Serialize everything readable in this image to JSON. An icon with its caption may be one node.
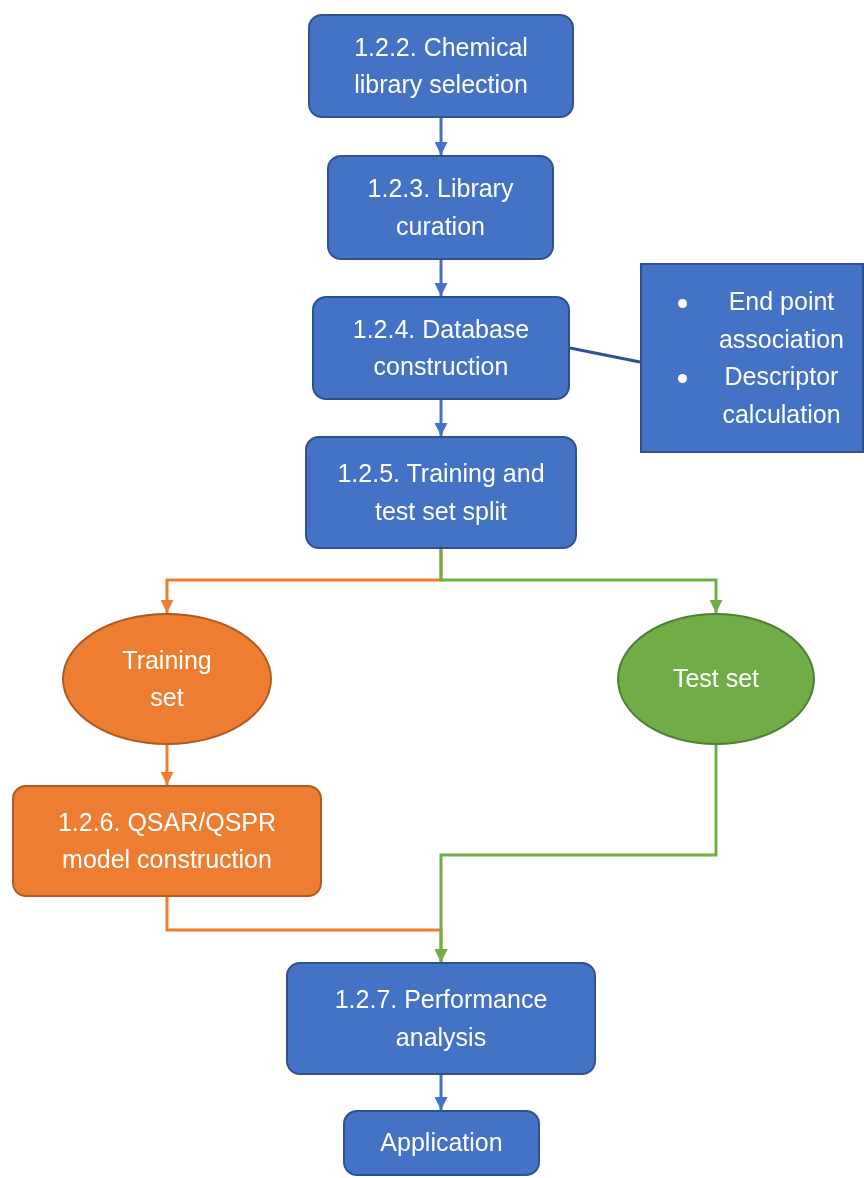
{
  "diagram": {
    "nodes": [
      {
        "text": [
          "1.2.2. Chemical library selection"
        ]
      },
      {
        "text": [
          "1.2.3. Library curation"
        ]
      },
      {
        "text": [
          "1.2.4. Database construction"
        ]
      },
      {
        "text": [
          "End point association",
          "Descriptor calculation"
        ]
      },
      {
        "text": [
          "1.2.5. Training and test set split"
        ]
      },
      {
        "text": [
          "Training set"
        ]
      },
      {
        "text": [
          "Test set"
        ]
      },
      {
        "text": [
          "1.2.6. QSAR/QSPR model construction"
        ]
      },
      {
        "text": [
          "1.2.7. Performance analysis"
        ]
      },
      {
        "text": [
          "Application"
        ]
      }
    ],
    "edges": [
      {
        "from": 0,
        "to": 1,
        "arrow": "to"
      },
      {
        "from": 1,
        "to": 2,
        "arrow": "to"
      },
      {
        "from": 2,
        "to": 4,
        "arrow": "to"
      },
      {
        "from": 2,
        "to": 3,
        "arrow": "none",
        "color": "#2f528f"
      },
      {
        "from": 4,
        "to": 5,
        "arrow": "to",
        "color": "#ed7d31"
      },
      {
        "from": 4,
        "to": 6,
        "arrow": "to",
        "color": "#70ad47"
      },
      {
        "from": 5,
        "to": 7,
        "arrow": "to",
        "color": "#ed7d31"
      },
      {
        "from": 7,
        "to": 8,
        "arrow": "to",
        "color": "#ed7d31"
      },
      {
        "from": 6,
        "to": 8,
        "arrow": "to",
        "color": "#70ad47"
      },
      {
        "from": 8,
        "to": 9,
        "arrow": "to"
      }
    ]
  }
}
